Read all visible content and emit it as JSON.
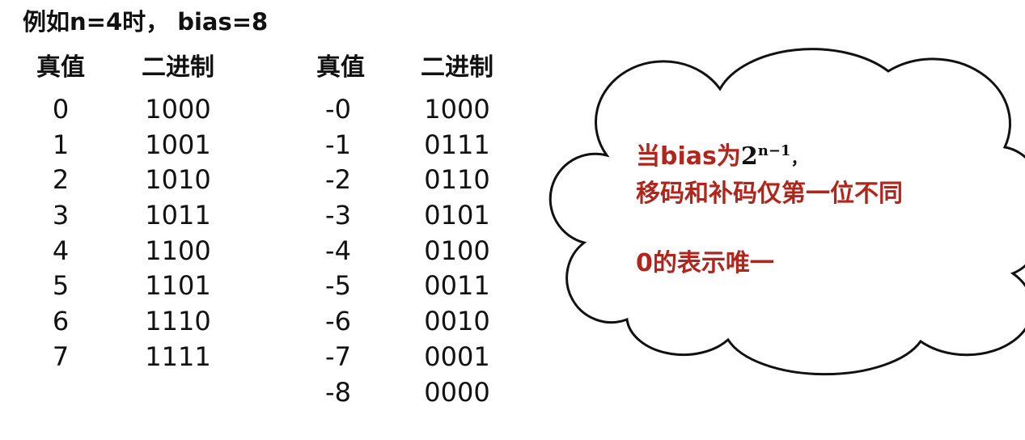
{
  "title": "例如n=4时， bias=8",
  "left_table": {
    "headers": [
      "真值",
      "二进制"
    ],
    "values": [
      "0",
      "1",
      "2",
      "3",
      "4",
      "5",
      "6",
      "7"
    ],
    "binary": [
      "1000",
      "1001",
      "1010",
      "1011",
      "1100",
      "1101",
      "1110",
      "1111"
    ]
  },
  "right_table": {
    "headers": [
      "真值",
      "二进制"
    ],
    "values": [
      "-0",
      "-1",
      "-2",
      "-3",
      "-4",
      "-5",
      "-6",
      "-7",
      "-8"
    ],
    "binary": [
      "1000",
      "0111",
      "0110",
      "0101",
      "0100",
      "0011",
      "0010",
      "0001",
      "0000"
    ]
  },
  "cloud": {
    "line1_prefix": "当bias为",
    "line1_base": "2",
    "line1_exp": "n−1",
    "line1_suffix": "，",
    "line2": "移码和补码仅第一位不同",
    "line3": "0的表示唯一",
    "text_color": "#b0261c"
  }
}
